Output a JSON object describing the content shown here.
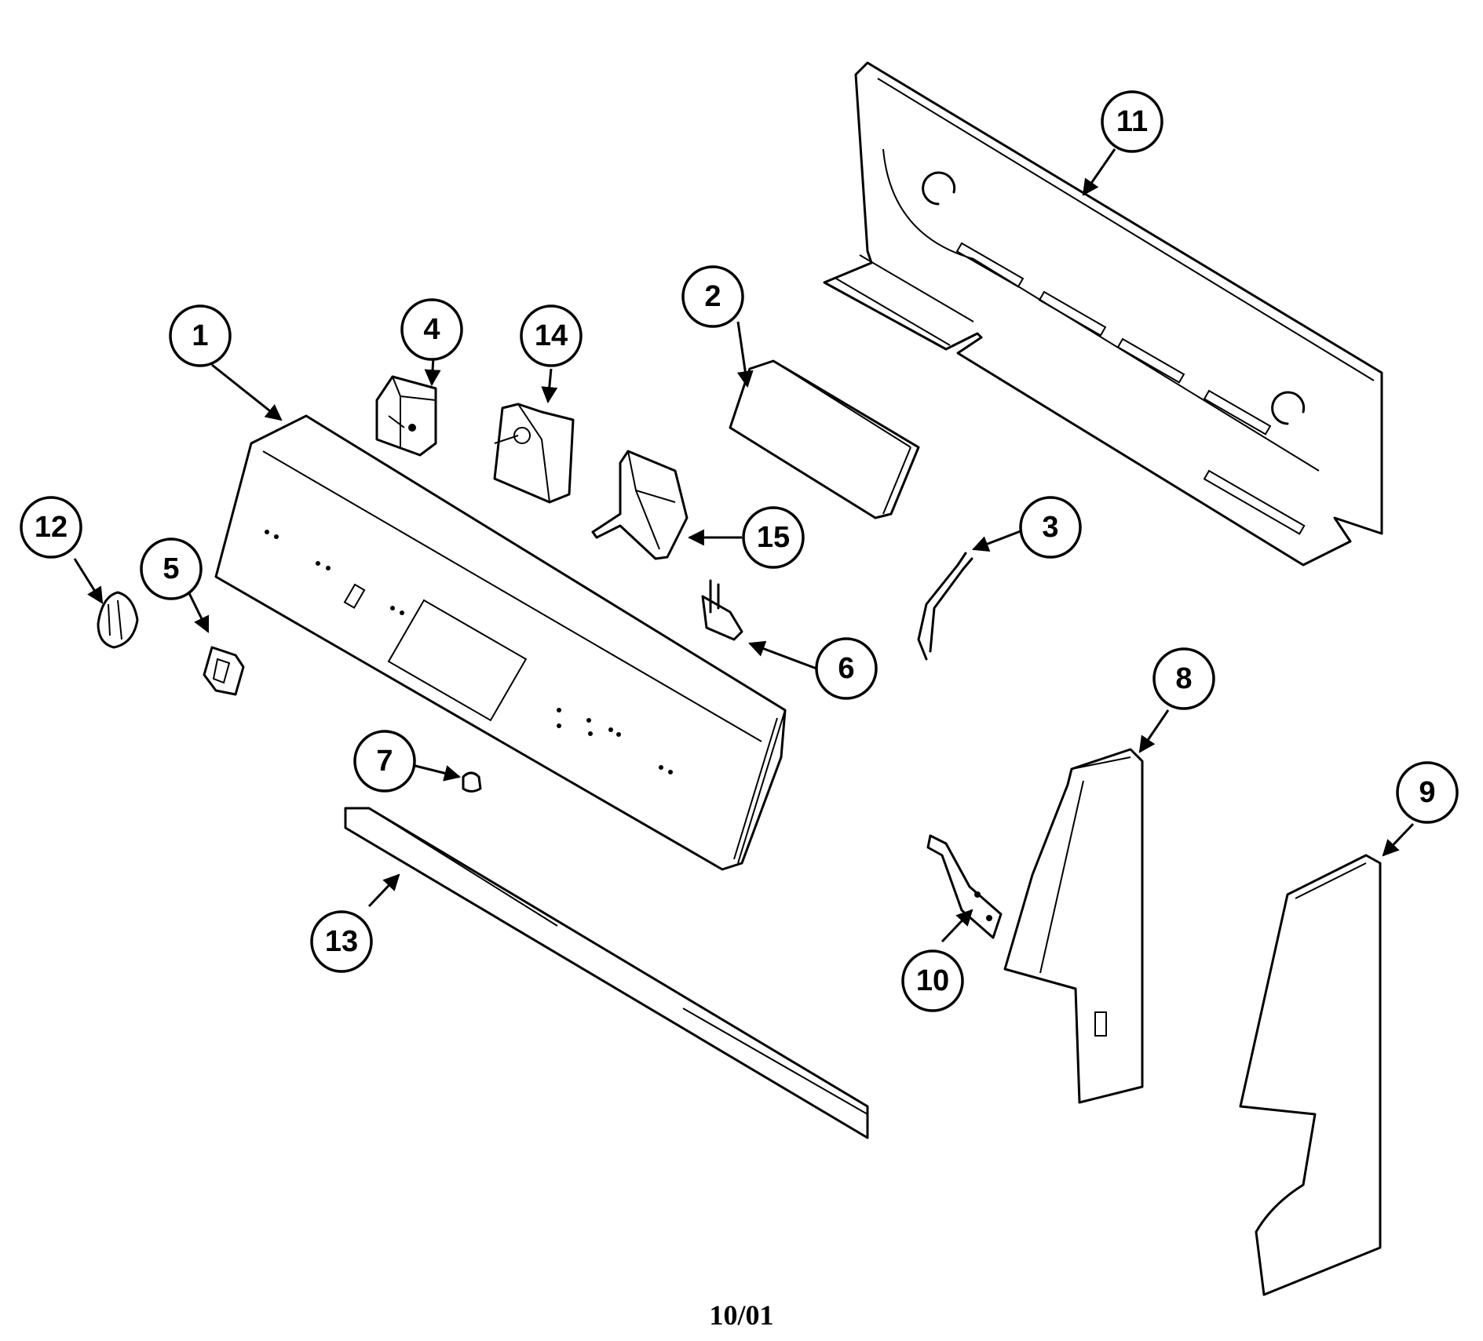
{
  "diagram": {
    "callouts": [
      {
        "id": "c1",
        "label": "1"
      },
      {
        "id": "c2",
        "label": "2"
      },
      {
        "id": "c3",
        "label": "3"
      },
      {
        "id": "c4",
        "label": "4"
      },
      {
        "id": "c5",
        "label": "5"
      },
      {
        "id": "c6",
        "label": "6"
      },
      {
        "id": "c7",
        "label": "7"
      },
      {
        "id": "c8",
        "label": "8"
      },
      {
        "id": "c9",
        "label": "9"
      },
      {
        "id": "c10",
        "label": "10"
      },
      {
        "id": "c11",
        "label": "11"
      },
      {
        "id": "c12",
        "label": "12"
      },
      {
        "id": "c13",
        "label": "13"
      },
      {
        "id": "c14",
        "label": "14"
      },
      {
        "id": "c15",
        "label": "15"
      }
    ],
    "revision": "10/01"
  }
}
